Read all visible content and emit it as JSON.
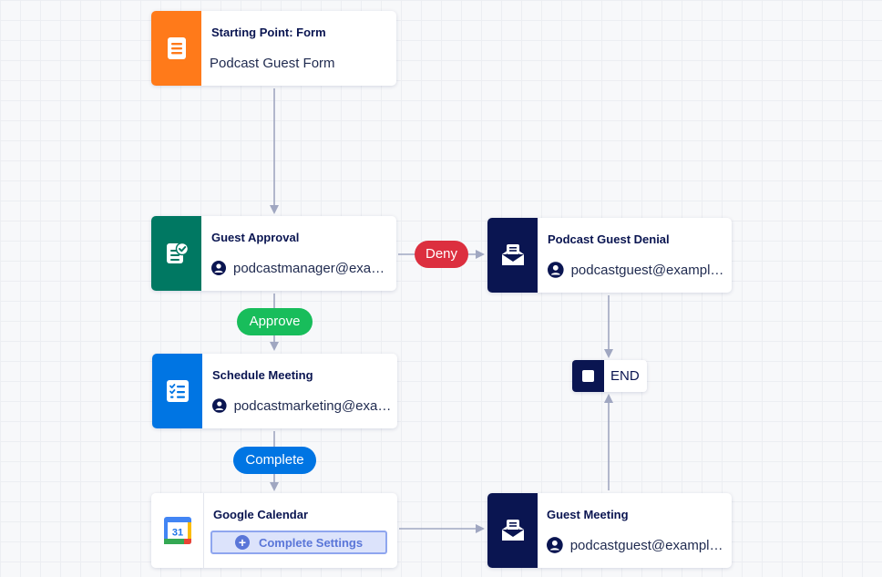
{
  "colors": {
    "form": "#ff7a1a",
    "approval": "#007862",
    "schedule": "#0075e3",
    "email": "#0a1551",
    "connector": "#a0a7c1",
    "deny": "#dc2f3f",
    "approve": "#18bd5b",
    "complete": "#0075e3"
  },
  "nodes": {
    "start": {
      "title": "Starting Point: Form",
      "subtitle": "Podcast Guest Form",
      "icon": "form-icon"
    },
    "approval": {
      "title": "Guest Approval",
      "assignee": "podcastmanager@example.com",
      "icon": "approval-clipboard-icon"
    },
    "denial": {
      "title": "Podcast Guest Denial",
      "assignee": "podcastguest@example.com",
      "icon": "email-inbox-icon"
    },
    "schedule": {
      "title": "Schedule Meeting",
      "assignee": "podcastmarketing@example.com",
      "icon": "task-list-icon"
    },
    "calendar": {
      "title": "Google Calendar",
      "button_label": "Complete Settings",
      "icon": "google-calendar-icon",
      "icon_text": "31"
    },
    "meeting": {
      "title": "Guest Meeting",
      "assignee": "podcastguest@example.com",
      "icon": "email-inbox-icon"
    },
    "end": {
      "label": "END",
      "icon": "stop-icon"
    }
  },
  "edges": {
    "deny": "Deny",
    "approve": "Approve",
    "complete": "Complete"
  }
}
